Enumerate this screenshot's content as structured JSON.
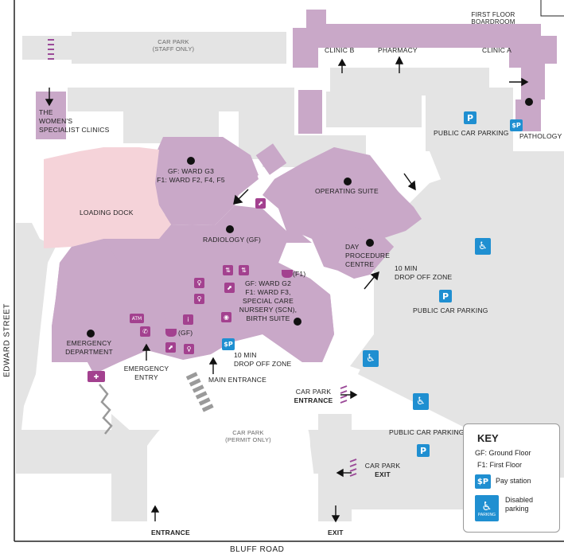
{
  "roads": {
    "west": "EDWARD STREET",
    "south": "BLUFF ROAD"
  },
  "areas": {
    "car_park_staff": [
      "CAR PARK",
      "(STAFF ONLY)"
    ],
    "car_park_permit": [
      "CAR PARK",
      "(PERMIT ONLY)"
    ],
    "first_floor_boardroom": [
      "FIRST FLOOR",
      "BOARDROOM"
    ],
    "clinic_b": "CLINIC B",
    "pharmacy": "PHARMACY",
    "clinic_a": "CLINIC A",
    "pathology": "PATHOLOGY",
    "womens_clinics": [
      "THE",
      "WOMEN'S",
      "SPECIALIST CLINICS"
    ],
    "loading_dock": "LOADING DOCK",
    "ward_g3": [
      "GF: WARD G3",
      "F1: WARD F2, F4, F5"
    ],
    "operating_suite": "OPERATING SUITE",
    "radiology": "RADIOLOGY (GF)",
    "day_procedure": [
      "DAY",
      "PROCEDURE",
      "CENTRE"
    ],
    "drop_off_east": [
      "10 MIN",
      "DROP OFF ZONE"
    ],
    "ward_g2": [
      "GF: WARD G2",
      "F1: WARD F3,",
      "SPECIAL CARE",
      "NURSERY (SCN),",
      "BIRTH SUITE"
    ],
    "emergency_department": [
      "EMERGENCY",
      "DEPARTMENT"
    ],
    "emergency_entry": [
      "EMERGENCY",
      "ENTRY"
    ],
    "main_entrance": "MAIN ENTRANCE",
    "drop_off_main": [
      "10 MIN",
      "DROP OFF ZONE"
    ],
    "cafe_f1": "(F1)",
    "cafe_gf": "(GF)",
    "public_parking_1": "PUBLIC CAR PARKING",
    "public_parking_2": "PUBLIC CAR PARKING",
    "public_parking_3": "PUBLIC CAR PARKING",
    "car_park_entrance": [
      "CAR PARK",
      "ENTRANCE"
    ],
    "car_park_exit": [
      "CAR PARK",
      "EXIT"
    ],
    "entrance": "ENTRANCE",
    "exit": "EXIT"
  },
  "icons": {
    "atm": "ATM",
    "parking": "P",
    "pay_station": "$P",
    "disabled_caption": "PARKING"
  },
  "key": {
    "title": "KEY",
    "gf": "GF: Ground Floor",
    "f1": "F1: First Floor",
    "pay_station": "Pay station",
    "disabled": [
      "Disabled",
      "parking"
    ]
  },
  "colors": {
    "building": "#c9a8c8",
    "loading_dock": "#f5d3d9",
    "ground": "#e3e3e3",
    "amenity_icon": "#a3418f",
    "parking_icon": "#1f8fd1"
  }
}
